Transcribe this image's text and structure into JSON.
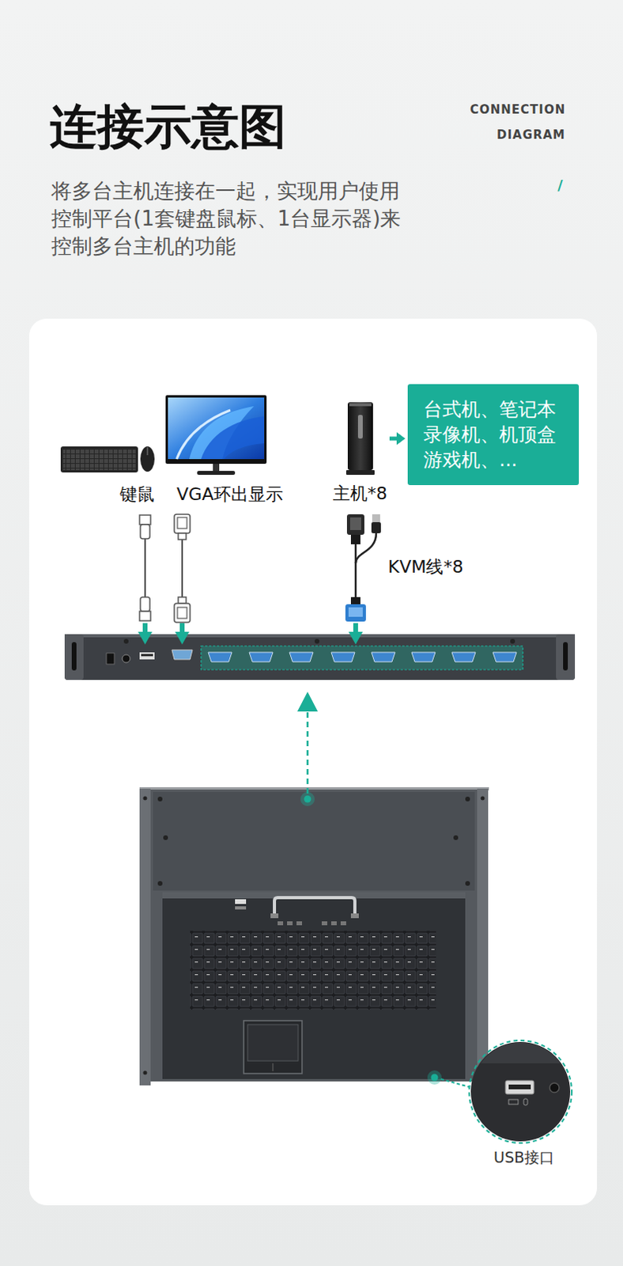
{
  "diagram": {
    "title": "连接示意图",
    "caption": "将多台主机连接在一起，实现用户使用控制平台(1套键盘鼠标、1台显示器)来控制多台主机的功能",
    "nodes": [
      {
        "text": [
          "主机*8"
        ]
      },
      {
        "text": [
          "台式机、笔记本 录像机、机顶盒 游戏机、..."
        ]
      }
    ],
    "edges": [
      {
        "from": 0,
        "to": 1,
        "arrow": "to"
      }
    ],
    "labels": [
      "CONNECTION",
      "DIAGRAM",
      "/",
      "键鼠",
      "VGA环出显示",
      "KVM线*8",
      "USB接口"
    ]
  }
}
